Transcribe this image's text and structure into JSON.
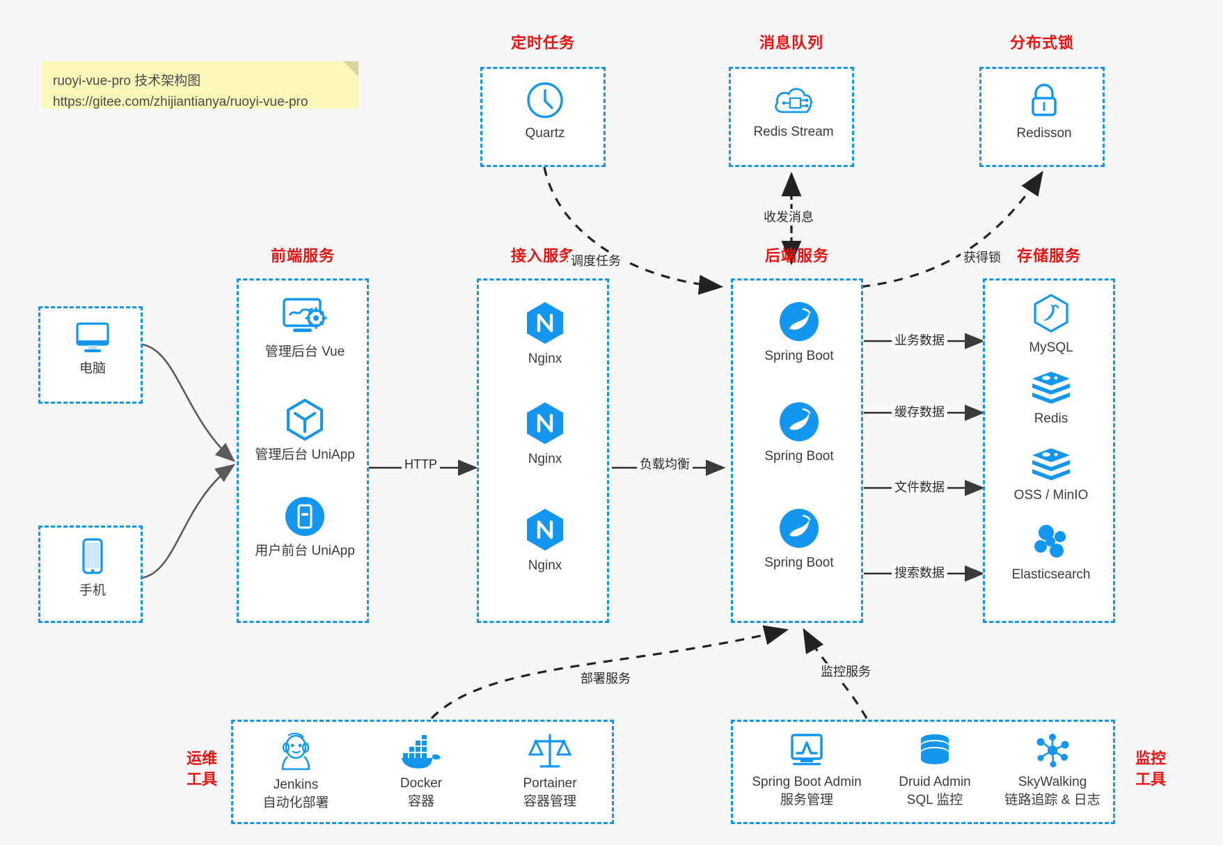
{
  "note": {
    "line1": "ruoyi-vue-pro 技术架构图",
    "line2": "https://gitee.com/zhijiantianya/ruoyi-vue-pro"
  },
  "groups": {
    "scheduler": {
      "title": "定时任务",
      "items": [
        {
          "label": "Quartz",
          "icon": "clock-icon"
        }
      ]
    },
    "mq": {
      "title": "消息队列",
      "items": [
        {
          "label": "Redis Stream",
          "icon": "cloud-stream-icon"
        }
      ]
    },
    "lock": {
      "title": "分布式锁",
      "items": [
        {
          "label": "Redisson",
          "icon": "lock-icon"
        }
      ]
    },
    "clients": {
      "items": [
        {
          "label": "电脑",
          "icon": "desktop-icon"
        },
        {
          "label": "手机",
          "icon": "mobile-icon"
        }
      ]
    },
    "frontend": {
      "title": "前端服务",
      "items": [
        {
          "label": "管理后台 Vue",
          "icon": "dashboard-gear-icon"
        },
        {
          "label": "管理后台 UniApp",
          "icon": "uniapp-hex-icon"
        },
        {
          "label": "用户前台 UniApp",
          "icon": "app-circle-icon"
        }
      ]
    },
    "gateway": {
      "title": "接入服务",
      "items": [
        {
          "label": "Nginx",
          "icon": "nginx-icon"
        },
        {
          "label": "Nginx",
          "icon": "nginx-icon"
        },
        {
          "label": "Nginx",
          "icon": "nginx-icon"
        }
      ]
    },
    "backend": {
      "title": "后端服务",
      "items": [
        {
          "label": "Spring Boot",
          "icon": "spring-boot-icon"
        },
        {
          "label": "Spring Boot",
          "icon": "spring-boot-icon"
        },
        {
          "label": "Spring Boot",
          "icon": "spring-boot-icon"
        }
      ]
    },
    "storage": {
      "title": "存储服务",
      "items": [
        {
          "label": "MySQL",
          "icon": "mysql-icon"
        },
        {
          "label": "Redis",
          "icon": "redis-icon"
        },
        {
          "label": "OSS / MinIO",
          "icon": "oss-minio-icon"
        },
        {
          "label": "Elasticsearch",
          "icon": "elasticsearch-icon"
        }
      ]
    },
    "devops": {
      "title_line1": "运维",
      "title_line2": "工具",
      "items": [
        {
          "label": "Jenkins",
          "sub": "自动化部署",
          "icon": "jenkins-icon"
        },
        {
          "label": "Docker",
          "sub": "容器",
          "icon": "docker-icon"
        },
        {
          "label": "Portainer",
          "sub": "容器管理",
          "icon": "portainer-icon"
        }
      ]
    },
    "monitor": {
      "title_line1": "监控",
      "title_line2": "工具",
      "items": [
        {
          "label": "Spring Boot Admin",
          "sub": "服务管理",
          "icon": "monitor-chart-icon"
        },
        {
          "label": "Druid Admin",
          "sub": "SQL 监控",
          "icon": "database-icon"
        },
        {
          "label": "SkyWalking",
          "sub": "链路追踪 & 日志",
          "icon": "skywalking-icon"
        }
      ]
    }
  },
  "edges": {
    "http": "HTTP",
    "load_balance": "负载均衡",
    "schedule_task": "调度任务",
    "send_receive_message": "收发消息",
    "acquire_lock": "获得锁",
    "business_data": "业务数据",
    "cache_data": "缓存数据",
    "file_data": "文件数据",
    "search_data": "搜索数据",
    "deploy_service": "部署服务",
    "monitor_service": "监控服务"
  },
  "colors": {
    "accent": "#1296f0",
    "title": "#f01010",
    "background": "#f7f7f7",
    "edge": "#3a3a3a",
    "note_bg": "#fbf7ba"
  }
}
